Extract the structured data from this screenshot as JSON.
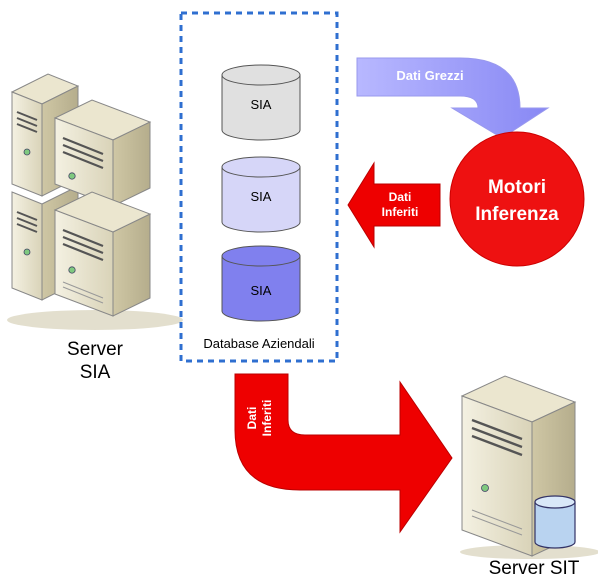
{
  "database": {
    "container_label": "Database Aziendali",
    "cylinders": [
      {
        "label": "SIA",
        "color": "#e0e0e0"
      },
      {
        "label": "SIA",
        "color": "#d6d6f8"
      },
      {
        "label": "SIA",
        "color": "#8080ee"
      }
    ]
  },
  "server_sia": {
    "line1": "Server",
    "line2": "SIA"
  },
  "server_sit": {
    "label": "Server SIT"
  },
  "engine": {
    "line1": "Motori",
    "line2": "Inferenza",
    "color": "#ee1111"
  },
  "arrows": {
    "raw": {
      "label": "Dati Grezzi",
      "color": "#9999ff"
    },
    "inferred_back": {
      "line1": "Dati",
      "line2": "Inferiti",
      "color": "#ee0000"
    },
    "inferred_down": {
      "line1": "Dati",
      "line2": "Inferiti",
      "color": "#ee0000"
    }
  },
  "colors": {
    "dashed_border": "#2f6fd0"
  }
}
